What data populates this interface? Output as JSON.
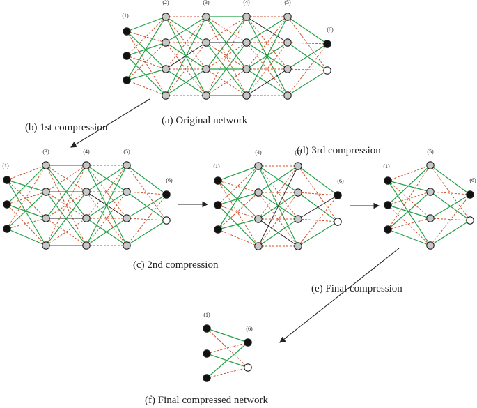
{
  "captions": {
    "a": "(a) Original network",
    "b": "(b) 1st compression",
    "c": "(c) 2nd compression",
    "d": "(d) 3rd compression",
    "e": "(e) Final compression",
    "f": "(f) Final compressed network"
  },
  "layer_labels": [
    "(1)",
    "(2)",
    "(3)",
    "(4)",
    "(5)",
    "(6)"
  ],
  "colors": {
    "input": "#111111",
    "hidden": "#c8c8c8",
    "output_on": "#111111",
    "output_off": "#ffffff",
    "active_edge": "#23a045",
    "pruned_edge": "#d0502a",
    "arrow": "#222222"
  },
  "networks": [
    {
      "name": "original-network",
      "layers": [
        "1",
        "2",
        "3",
        "4",
        "5",
        "6"
      ]
    },
    {
      "name": "second-compression-network",
      "layers": [
        "1",
        "3",
        "4",
        "5",
        "6"
      ]
    },
    {
      "name": "third-compression-network",
      "layers": [
        "1",
        "4",
        "5",
        "6"
      ]
    },
    {
      "name": "final-compression-network",
      "layers": [
        "1",
        "5",
        "6"
      ]
    },
    {
      "name": "final-compressed-network",
      "layers": [
        "1",
        "6"
      ]
    }
  ]
}
